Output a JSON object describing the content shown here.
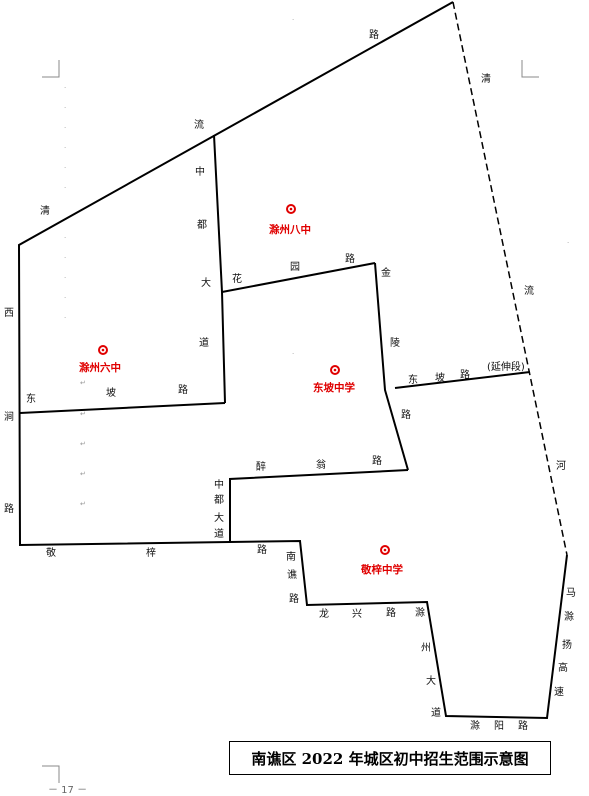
{
  "title": "南谯区 2022 年城区初中招生范围示意图",
  "page_number": "－ 17 －",
  "colors": {
    "line": "#000000",
    "school": "#e00000"
  },
  "schools": [
    {
      "name": "滁州八中",
      "label": "滁州八中"
    },
    {
      "name": "滁州六中",
      "label": "滁州六中"
    },
    {
      "name": "东坡中学",
      "label": "东坡中学"
    },
    {
      "name": "敬梓中学",
      "label": "敬梓中学"
    }
  ],
  "road_labels": {
    "qingliu_top_lu": "路",
    "qing_right": "清",
    "liu_top": "流",
    "qing_left": "清",
    "liu_right": "流",
    "zhong_1": "中",
    "du_1": "都",
    "da_1": "大",
    "dao_1": "道",
    "hua": "花",
    "yuan": "园",
    "lu_huayuan": "路",
    "jin": "金",
    "ling": "陵",
    "lu_jinling": "路",
    "xi": "西",
    "jian": "涧",
    "lu_xijian": "路",
    "dong_left": "东",
    "po_left": "坡",
    "lu_dongpo_left": "路",
    "dong_right": "东",
    "po_right": "坡",
    "lu_dongpo_right": "路",
    "yanshen": "(延伸段)",
    "zui": "醉",
    "weng": "翁",
    "lu_zuiweng": "路",
    "zhong_2": "中",
    "du_2": "都",
    "da_2": "大",
    "dao_2": "道",
    "jing": "敬",
    "zi": "梓",
    "lu_jingzi": "路",
    "nan": "南",
    "qiao": "谯",
    "lu_nanqiao": "路",
    "long": "龙",
    "xing": "兴",
    "lu_longxing": "路",
    "chu_zhou": "滁",
    "zhou": "州",
    "da_3": "大",
    "dao_3": "道",
    "chu_yang": "滁",
    "yang": "阳",
    "lu_chuyang": "路",
    "he": "河",
    "ma": "马",
    "chu_hw": "滁",
    "yang_hw": "扬",
    "gao": "高",
    "su": "速"
  }
}
